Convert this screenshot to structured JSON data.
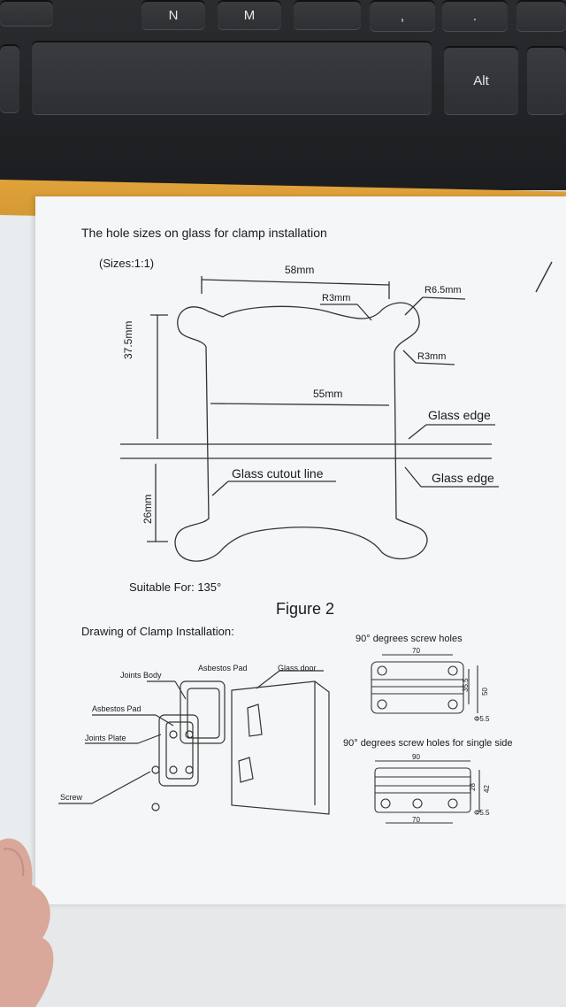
{
  "keyboard": {
    "keys": [
      "N",
      "M",
      ",",
      ".",
      "Alt"
    ]
  },
  "document": {
    "title": "The hole sizes on glass for clamp installation",
    "scale_note": "(Sizes:1:1)",
    "dims": {
      "width_top": "58mm",
      "r3_top": "R3mm",
      "r65": "R6.5mm",
      "r3_right": "R3mm",
      "height_upper": "37.5mm",
      "width_inner": "55mm",
      "glass_edge_1": "Glass edge",
      "glass_cutout": "Glass cutout line",
      "glass_edge_2": "Glass edge",
      "height_lower": "26mm"
    },
    "suitable": "Suitable For:  135°",
    "figure_label": "Figure  2",
    "drawing_title": "Drawing of Clamp Installation:",
    "parts": {
      "joints_body": "Joints Body",
      "asbestos_pad_top": "Asbestos Pad",
      "glass_door": "Glass door",
      "asbestos_pad": "Asbestos Pad",
      "joints_plate": "Joints Plate",
      "screw": "Screw"
    },
    "screw_holes_1": {
      "title": "90° degrees screw holes",
      "w": "70",
      "h1": "35.5",
      "h2": "50",
      "dia": "Φ5.5"
    },
    "screw_holes_2": {
      "title": "90° degrees screw holes for single side",
      "w_top": "90",
      "h1": "28",
      "h2": "42",
      "w_bottom": "70",
      "dia": "Φ5.5"
    }
  }
}
